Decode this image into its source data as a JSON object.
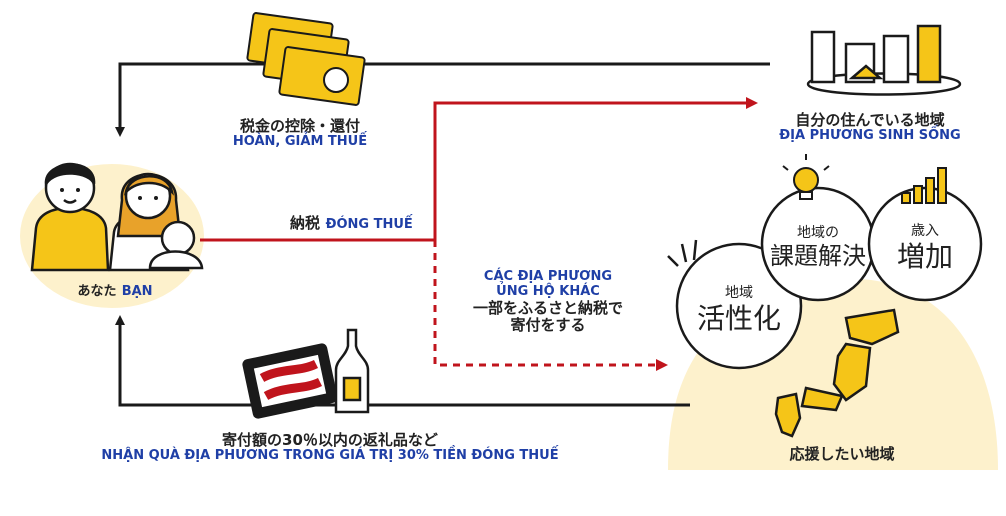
{
  "you": {
    "jp": "あなた",
    "vn": "BẠN"
  },
  "tax_refund": {
    "jp": "税金の控除・還付",
    "vn": "HOÀN, GIẢM THUẾ"
  },
  "home_region": {
    "jp": "自分の住んでいる地域",
    "vn": "ĐỊA PHƯƠNG SINH SỐNG"
  },
  "pay_tax": {
    "jp": "納税",
    "vn": "ĐÓNG THUẾ"
  },
  "donate": {
    "vn_line1": "CÁC ĐỊA PHƯƠNG",
    "vn_line2": "ỦNG HỘ KHÁC",
    "jp_line1": "一部をふるさと納税で",
    "jp_line2": "寄付をする"
  },
  "gifts": {
    "jp": "寄付額の30％以内の返礼品など",
    "vn": "NHẬN QUÀ ĐỊA PHƯƠNG TRONG GIÁ TRỊ 30% TIỀN ĐÓNG THUẾ"
  },
  "support_region": {
    "jp": "応援したい地域"
  },
  "circles": {
    "activate": {
      "small": "地域",
      "big": "活性化"
    },
    "solve": {
      "small": "地域の",
      "big": "課題解決"
    },
    "revenue": {
      "small": "歳入",
      "big": "増加"
    }
  },
  "colors": {
    "black_flow": "#1a1a1a",
    "red_flow": "#c0141c",
    "accent_yellow": "#f5c518",
    "pale_yellow": "#fdf1cc",
    "vn_blue": "#1f3fa6"
  }
}
